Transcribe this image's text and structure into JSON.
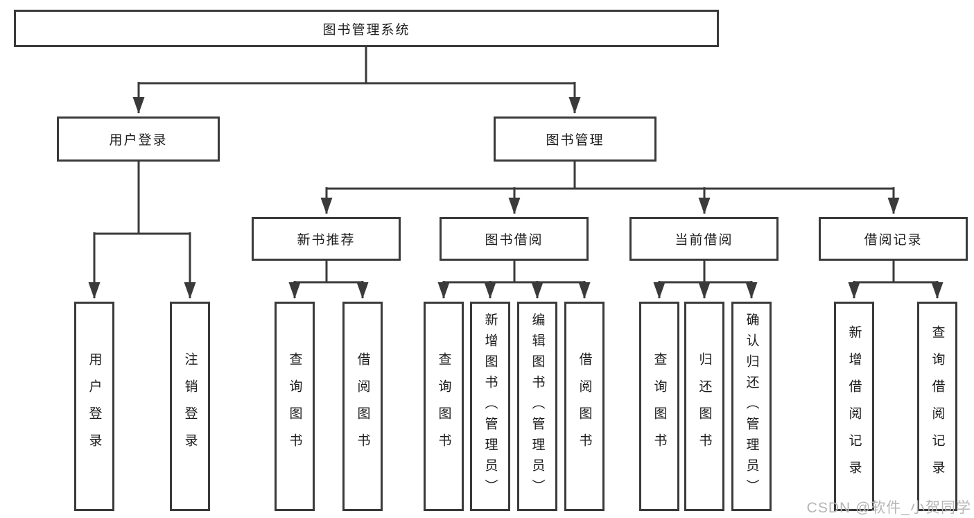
{
  "diagram": {
    "root": {
      "label": "图书管理系统"
    },
    "level2": [
      {
        "label": "用户登录"
      },
      {
        "label": "图书管理"
      }
    ],
    "level3": [
      {
        "label": "新书推荐"
      },
      {
        "label": "图书借阅"
      },
      {
        "label": "当前借阅"
      },
      {
        "label": "借阅记录"
      }
    ],
    "leaves": {
      "user": [
        "用户登录",
        "注销登录"
      ],
      "newbook": [
        "查询图书",
        "借阅图书"
      ],
      "borrow": [
        "查询图书",
        "新增图书（管理员）",
        "编辑图书（管理员）",
        "借阅图书"
      ],
      "current": [
        "查询图书",
        "归还图书",
        "确认归还（管理员）"
      ],
      "records": [
        "新增借阅记录",
        "查询借阅记录"
      ]
    },
    "colors": {
      "line": "#3a3a3a",
      "text": "#1c1c1c",
      "watermark": "#b5b5b5",
      "background": "#ffffff"
    },
    "watermark": "CSDN @软件_小贺同学"
  }
}
